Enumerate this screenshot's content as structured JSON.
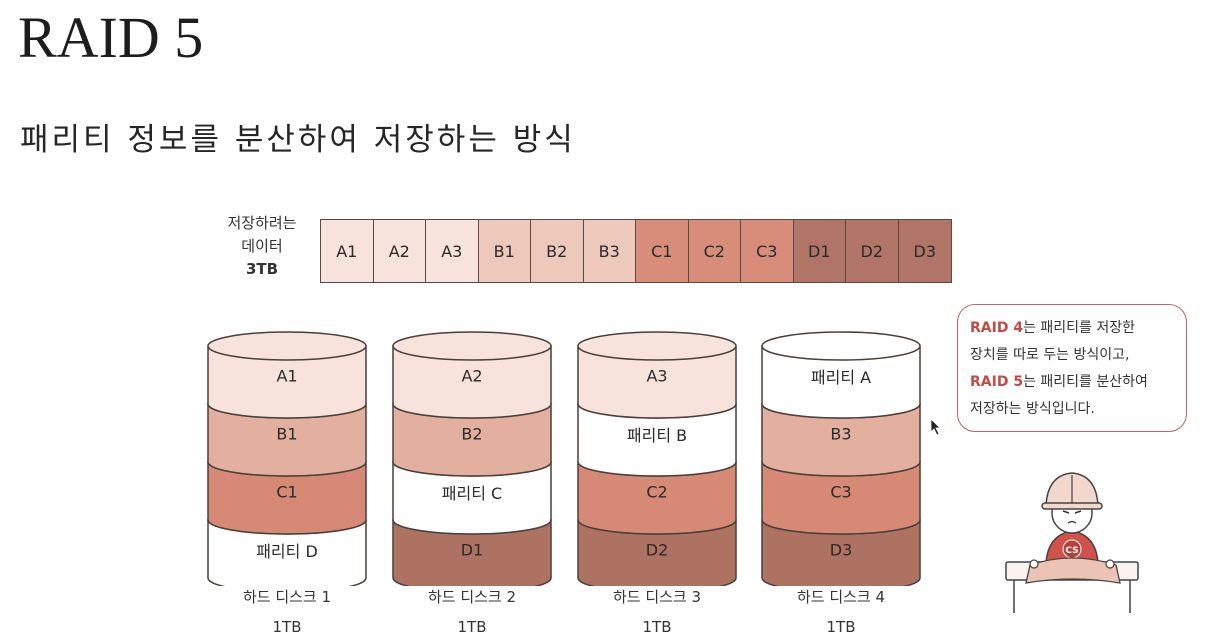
{
  "title": "RAID 5",
  "subtitle": "패리티 정보를 분산하여 저장하는 방식",
  "data_label": {
    "line1": "저장하려는",
    "line2": "데이터",
    "size": "3TB"
  },
  "data_blocks": [
    {
      "label": "A1",
      "color": "#f7e2dc"
    },
    {
      "label": "A2",
      "color": "#f7e2dc"
    },
    {
      "label": "A3",
      "color": "#f7e2dc"
    },
    {
      "label": "B1",
      "color": "#edc9bc"
    },
    {
      "label": "B2",
      "color": "#edc9bc"
    },
    {
      "label": "B3",
      "color": "#edc9bc"
    },
    {
      "label": "C1",
      "color": "#d78d79"
    },
    {
      "label": "C2",
      "color": "#d78d79"
    },
    {
      "label": "C3",
      "color": "#d78d79"
    },
    {
      "label": "D1",
      "color": "#b07566"
    },
    {
      "label": "D2",
      "color": "#b07566"
    },
    {
      "label": "D3",
      "color": "#b07566"
    }
  ],
  "disks": [
    {
      "name": "하드 디스크 1",
      "size": "1TB",
      "segments": [
        {
          "label": "A1",
          "color": "#f7e2dc"
        },
        {
          "label": "B1",
          "color": "#e3b09f"
        },
        {
          "label": "C1",
          "color": "#d68a76"
        },
        {
          "label": "패리티 D",
          "color": "#ffffff"
        }
      ]
    },
    {
      "name": "하드 디스크 2",
      "size": "1TB",
      "segments": [
        {
          "label": "A2",
          "color": "#f7e2dc"
        },
        {
          "label": "B2",
          "color": "#e3b09f"
        },
        {
          "label": "패리티 C",
          "color": "#ffffff"
        },
        {
          "label": "D1",
          "color": "#ae7263"
        }
      ]
    },
    {
      "name": "하드 디스크 3",
      "size": "1TB",
      "segments": [
        {
          "label": "A3",
          "color": "#f7e2dc"
        },
        {
          "label": "패리티 B",
          "color": "#ffffff"
        },
        {
          "label": "C2",
          "color": "#d68a76"
        },
        {
          "label": "D2",
          "color": "#ae7263"
        }
      ]
    },
    {
      "name": "하드 디스크 4",
      "size": "1TB",
      "segments": [
        {
          "label": "패리티 A",
          "color": "#ffffff"
        },
        {
          "label": "B3",
          "color": "#e3b09f"
        },
        {
          "label": "C3",
          "color": "#d68a76"
        },
        {
          "label": "D3",
          "color": "#ae7263"
        }
      ]
    }
  ],
  "bubble": {
    "line1_hl": "RAID 4",
    "line1_rest": "는 패리티를 저장한",
    "line2": "장치를 따로 두는 방식이고,",
    "line3_hl": "RAID 5",
    "line3_rest": "는 패리티를 분산하여",
    "line4": "저장하는 방식입니다."
  },
  "mascot": {
    "badge": "CS",
    "badge_color": "#d0524a"
  },
  "colors": {
    "outline": "#5a4a45",
    "accent": "#c24a44"
  }
}
